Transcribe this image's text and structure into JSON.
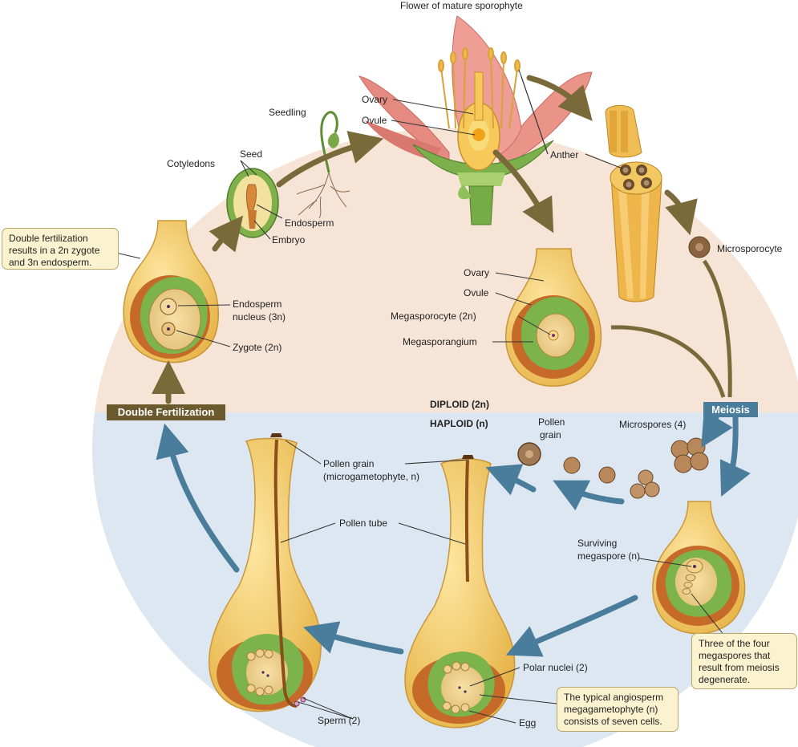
{
  "zones": {
    "diploid": "DIPLOID (2n)",
    "haploid": "HAPLOID (n)"
  },
  "stages": {
    "meiosis": "Meiosis",
    "double_fertilization": "Double Fertilization"
  },
  "labels": {
    "flower": "Flower of mature sporophyte",
    "ovary_top": "Ovary",
    "ovule_top": "Ovule",
    "anther": "Anther",
    "seedling": "Seedling",
    "seed": "Seed",
    "cotyledons": "Cotyledons",
    "endosperm": "Endosperm",
    "embryo": "Embryo",
    "microsporocyte": "Microsporocyte",
    "ovary_mid": "Ovary",
    "ovule_mid": "Ovule",
    "megasporocyte": "Megasporocyte (2n)",
    "megasporangium": "Megasporangium",
    "endosperm_nucleus_1": "Endosperm",
    "endosperm_nucleus_2": "nucleus (3n)",
    "zygote": "Zygote (2n)",
    "microspores": "Microspores (4)",
    "pollen_grain_1": "Pollen",
    "pollen_grain_2": "grain",
    "pollen_grain_micro_1": "Pollen grain",
    "pollen_grain_micro_2": "(microgametophyte, n)",
    "pollen_tube": "Pollen tube",
    "surviving_1": "Surviving",
    "surviving_2": "megaspore (n)",
    "polar_nuclei": "Polar nuclei (2)",
    "egg": "Egg",
    "sperm": "Sperm (2)"
  },
  "notes": {
    "double_fert": [
      "Double fertilization",
      "results in a 2n zygote",
      "and 3n endosperm."
    ],
    "megaspores": [
      "Three of the four",
      "megaspores that",
      "result from meiosis",
      "degenerate."
    ],
    "megagametophyte": [
      "The typical angiosperm",
      "megagametophyte (n)",
      "consists of seven cells."
    ]
  },
  "colors": {
    "diploid_bg": "#f6e5d6",
    "haploid_bg": "#dde7f1",
    "sporophyte_arrow": "#7a6a3a",
    "gametophyte_arrow": "#4a7d9b"
  }
}
